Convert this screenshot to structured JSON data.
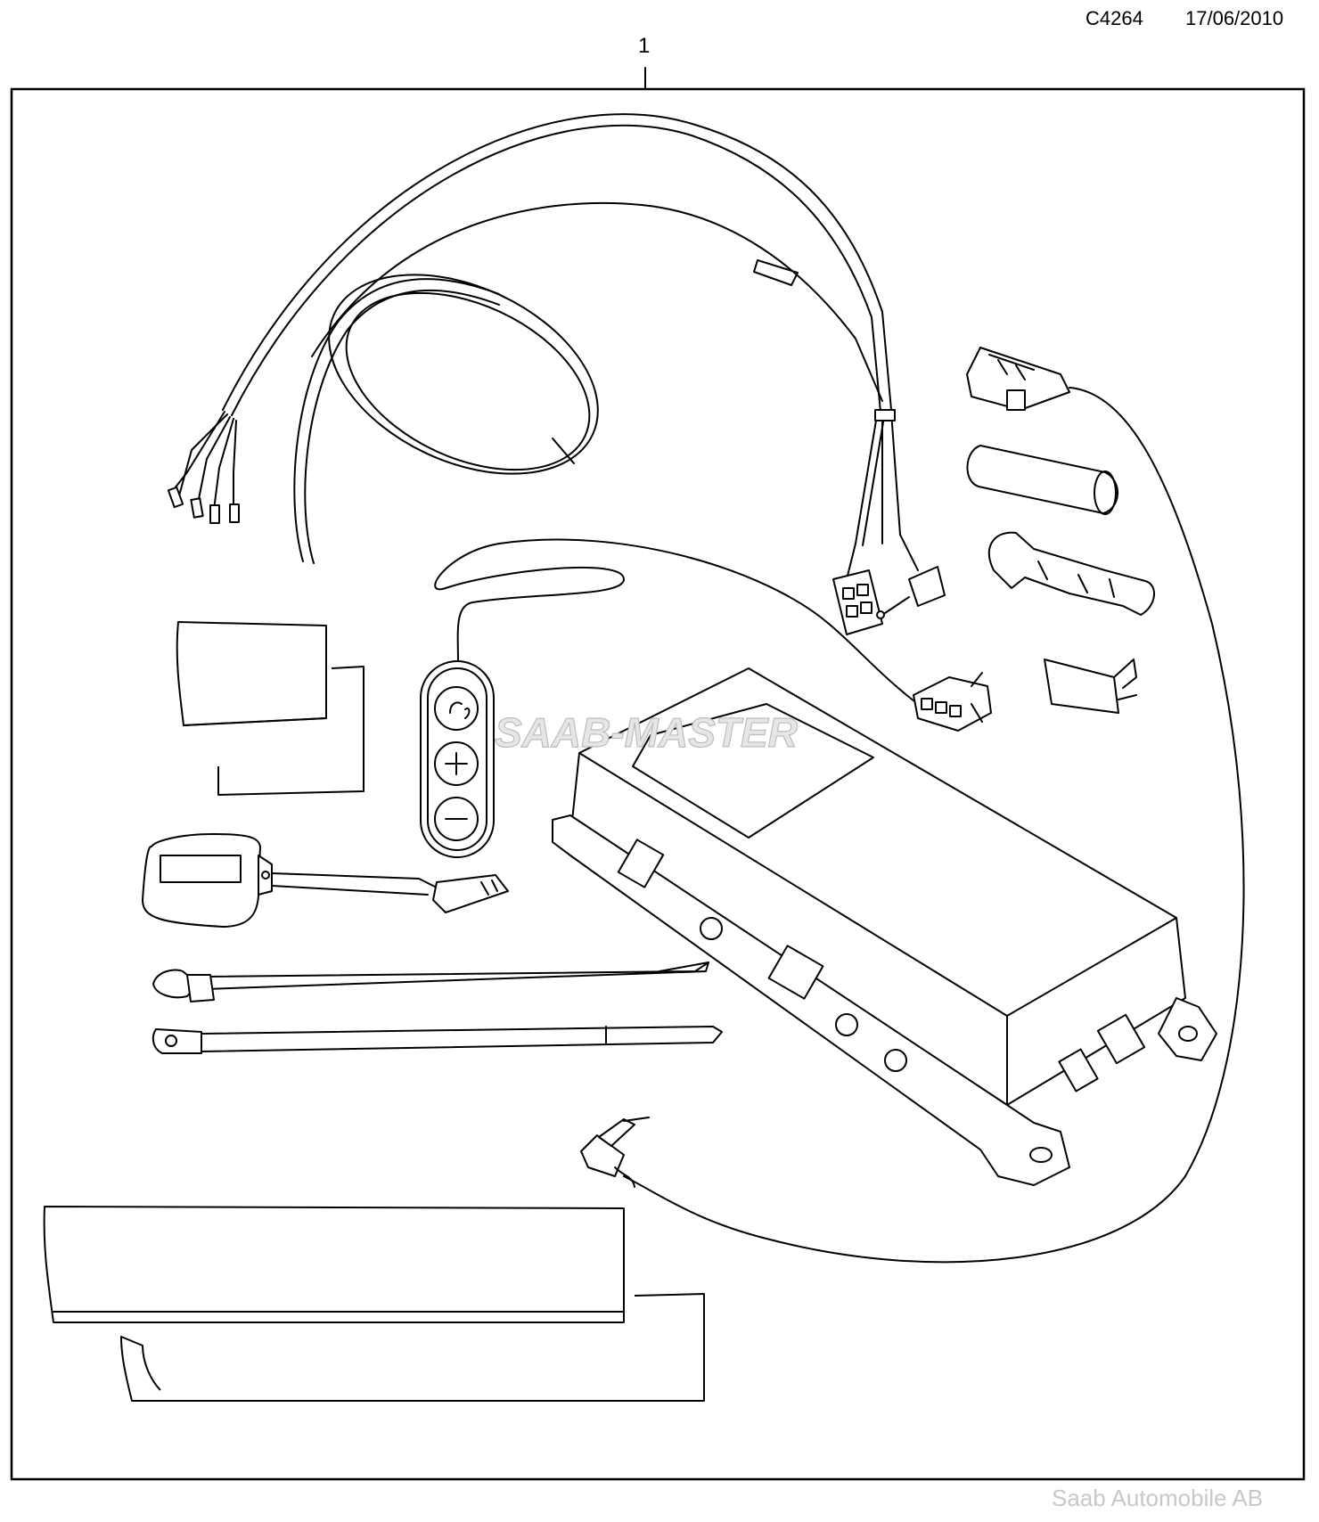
{
  "header": {
    "code": "C4264",
    "date": "17/06/2010"
  },
  "callout": {
    "number": "1"
  },
  "watermark": {
    "text": "SAAB-MASTER"
  },
  "footer": {
    "text": "Saab Automobile AB"
  },
  "icons": [
    "wiring-harness-icon",
    "control-unit-icon",
    "remote-button-icon",
    "microphone-icon",
    "cable-tie-icon",
    "connector-icon",
    "audio-jack-icon",
    "manual-icon"
  ]
}
